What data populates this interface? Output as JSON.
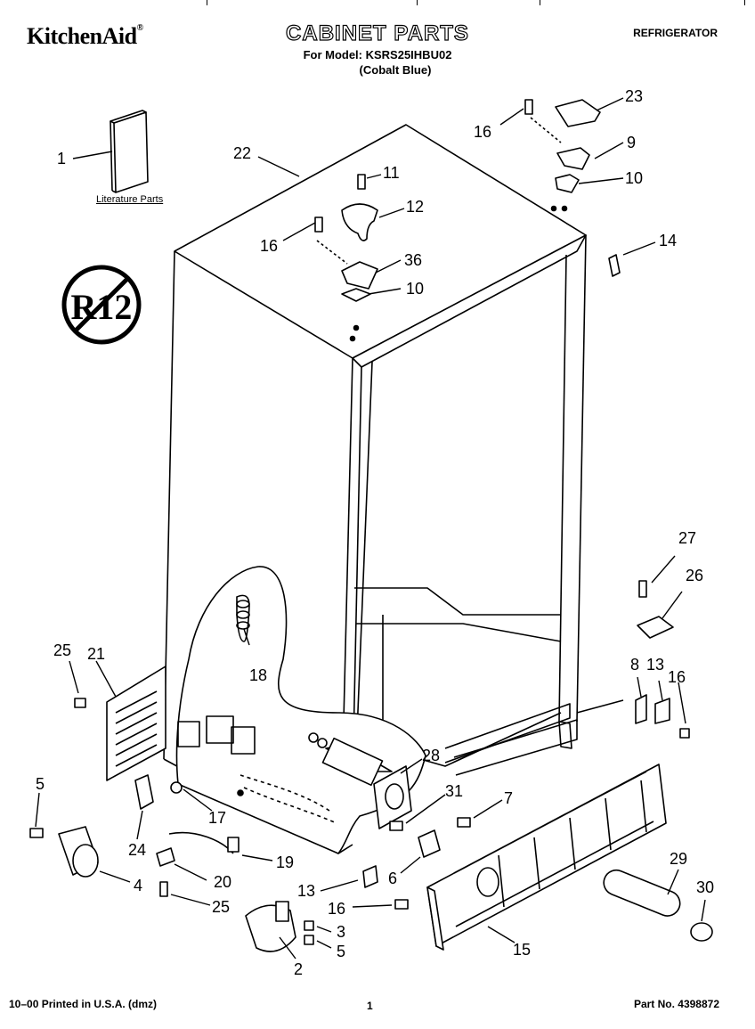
{
  "header": {
    "brand": "KitchenAid",
    "brand_mark": "®",
    "title": "CABINET PARTS",
    "model_line": "For Model: KSRS25IHBU02",
    "color_line": "(Cobalt Blue)",
    "product": "REFRIGERATOR"
  },
  "literature_label": "Literature Parts",
  "r12_logo_text": "R12",
  "footer": {
    "printed": "10–00 Printed in U.S.A. (dmz)",
    "page": "1",
    "part_no": "Part No. 4398872"
  },
  "callouts": [
    "1",
    "22",
    "16",
    "11",
    "12",
    "36",
    "10",
    "23",
    "16",
    "9",
    "10",
    "14",
    "27",
    "26",
    "8",
    "13",
    "16",
    "25",
    "21",
    "18",
    "28",
    "31",
    "7",
    "5",
    "17",
    "24",
    "19",
    "20",
    "4",
    "25",
    "6",
    "13",
    "16",
    "3",
    "5",
    "2",
    "29",
    "30",
    "15"
  ]
}
